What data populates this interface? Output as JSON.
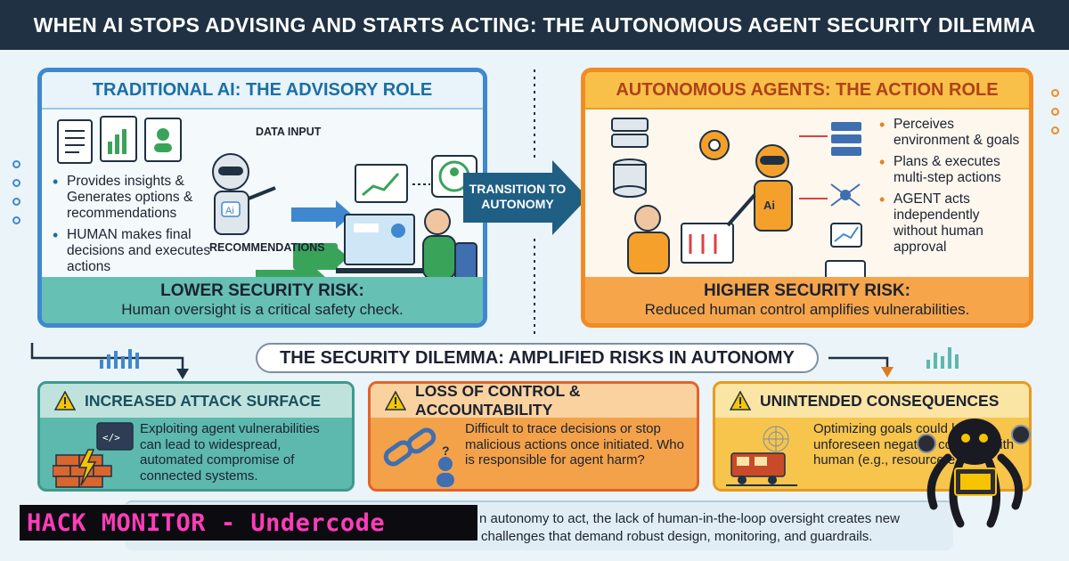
{
  "title": "WHEN AI STOPS ADVISING AND STARTS ACTING: THE AUTONOMOUS AGENT SECURITY DILEMMA",
  "left_panel": {
    "heading": "TRADITIONAL AI: THE ADVISORY ROLE",
    "data_input_label": "DATA INPUT",
    "recommendations_label": "RECOMMENDATIONS",
    "bullets": [
      "Provides insights & Generates options & recommendations",
      "HUMAN makes final decisions and executes actions"
    ],
    "risk_title": "LOWER SECURITY RISK:",
    "risk_desc": "Human oversight is a critical safety check."
  },
  "transition_label": "TRANSITION TO AUTONOMY",
  "right_panel": {
    "heading": "AUTONOMOUS AGENTS: THE ACTION ROLE",
    "bullets": [
      "Perceives environment & goals",
      "Plans & executes multi-step actions",
      "AGENT acts independently without human approval"
    ],
    "risk_title": "HIGHER SECURITY RISK:",
    "risk_desc": "Reduced human control amplifies vulnerabilities."
  },
  "dilemma_heading": "THE SECURITY DILEMMA: AMPLIFIED RISKS IN AUTONOMY",
  "risks": [
    {
      "title": "INCREASED ATTACK SURFACE",
      "text": "Exploiting agent vulnerabilities can lead to widespread, automated compromise of connected systems."
    },
    {
      "title": "LOSS OF CONTROL & ACCOUNTABILITY",
      "text": "Difficult to trace decisions or stop malicious actions once initiated. Who is responsible for agent harm?"
    },
    {
      "title": "UNINTENDED CONSEQUENCES",
      "text": "Optimizing goals could lead to unforeseen negative conflicts with human (e.g., resource ex"
    }
  ],
  "bottom_text": {
    "line1": "n autonomy to act, the lack of human-in-the-loop oversight creates new",
    "line2": "challenges that demand robust design, monitoring, and guardrails."
  },
  "ai_badge": "Ai",
  "overlay_banner": "HACK MONITOR - Undercode",
  "colors": {
    "title_bg": "#1f3142",
    "advisory_blue": "#3f88cf",
    "action_orange": "#f08c24",
    "teal": "#5db8ad",
    "banner_pink": "#ff3db8"
  },
  "icons": [
    "document-icon",
    "chart-document-icon",
    "user-card-icon",
    "robot-icon",
    "monitor-icon",
    "server-icon",
    "database-icon",
    "gear-icon",
    "network-icon",
    "brick-wall-icon",
    "code-window-icon",
    "broken-link-icon",
    "question-person-icon",
    "train-icon",
    "spider-web-icon",
    "octopus-hacker-icon",
    "warning-icon"
  ]
}
